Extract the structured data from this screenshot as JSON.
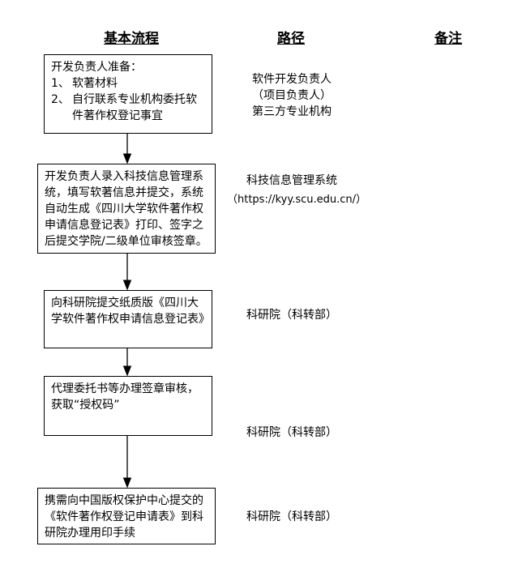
{
  "headers": {
    "process": "基本流程",
    "path": "路径",
    "notes": "备注"
  },
  "steps": [
    {
      "intro": "开发负责人准备：",
      "items": [
        {
          "num": "1、",
          "text": "软著材料"
        },
        {
          "num": "2、",
          "text": "自行联系专业机构委托软件著作权登记事宜"
        }
      ]
    },
    {
      "text": "开发负责人录入科技信息管理系统，填写软著信息并提交，系统自动生成《四川大学软件著作权申请信息登记表》打印、签字之后提交学院/二级单位审核签章。"
    },
    {
      "text": "向科研院提交纸质版《四川大学软件著作权申请信息登记表》"
    },
    {
      "text": "代理委托书等办理签章审核，获取“授权码”"
    },
    {
      "text": "携需向中国版权保护中心提交的《软件著作权登记申请表》到科研院办理用印手续"
    }
  ],
  "paths": [
    {
      "lines": [
        "软件开发负责人",
        "（项目负责人）",
        "第三方专业机构"
      ]
    },
    {
      "lines": [
        "科技信息管理系统",
        "（https://kyy.scu.edu.cn/）"
      ]
    },
    {
      "lines": [
        "科研院（科转部）"
      ]
    },
    {
      "lines": [
        "科研院（科转部）"
      ]
    },
    {
      "lines": [
        "科研院（科转部）"
      ]
    }
  ]
}
